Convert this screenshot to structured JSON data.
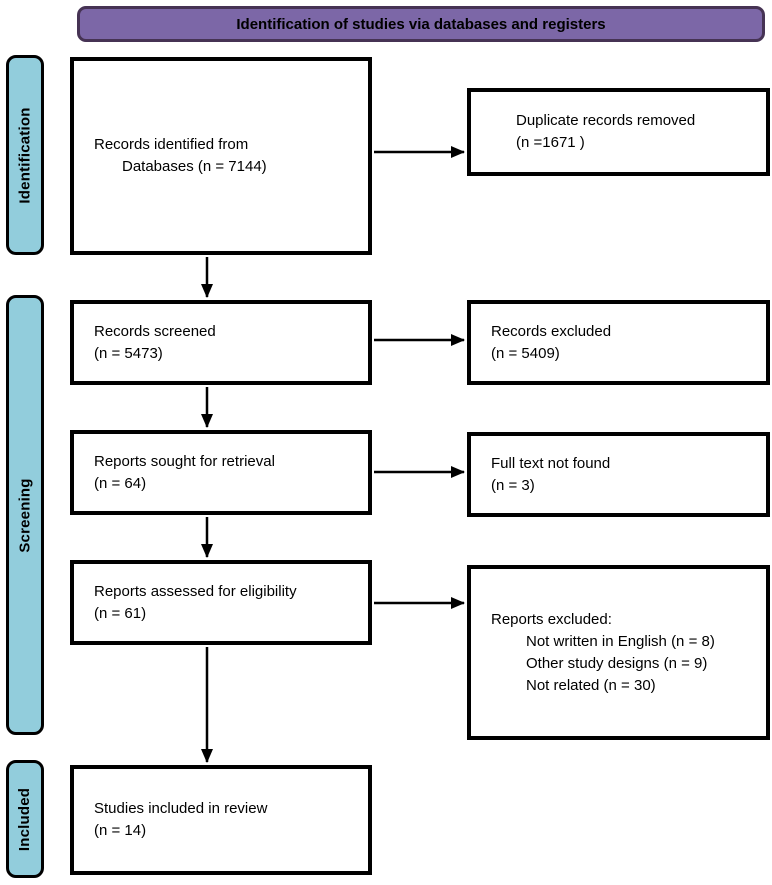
{
  "header": {
    "title": "Identification of studies via databases and registers"
  },
  "colors": {
    "header_fill": "#7C67A7",
    "header_border": "#463354",
    "sidebar_fill": "#92CDDC",
    "box_border": "#000000"
  },
  "sidebar": {
    "items": [
      {
        "label": "Identification"
      },
      {
        "label": "Screening"
      },
      {
        "label": "Included"
      }
    ]
  },
  "boxes": {
    "records_identified": {
      "line1": "Records identified from",
      "line2": "Databases (n = 7144)"
    },
    "duplicates_removed": {
      "line1": "Duplicate records removed",
      "line2": "(n =1671 )"
    },
    "records_screened": {
      "line1": "Records screened",
      "line2": "(n = 5473)"
    },
    "records_excluded": {
      "line1": "Records excluded",
      "line2": "(n = 5409)"
    },
    "reports_sought": {
      "line1": "Reports sought for retrieval",
      "line2": "(n = 64)"
    },
    "full_text_not_found": {
      "line1": "Full text not found",
      "line2": "(n = 3)"
    },
    "reports_assessed": {
      "line1": "Reports assessed for eligibility",
      "line2": "(n = 61)"
    },
    "reports_excluded": {
      "title": "Reports excluded:",
      "reasons": [
        "Not written in English (n = 8)",
        "Other study designs (n = 9)",
        "Not related (n = 30)"
      ]
    },
    "studies_included": {
      "line1": "Studies included in review",
      "line2": "(n = 14)"
    }
  }
}
